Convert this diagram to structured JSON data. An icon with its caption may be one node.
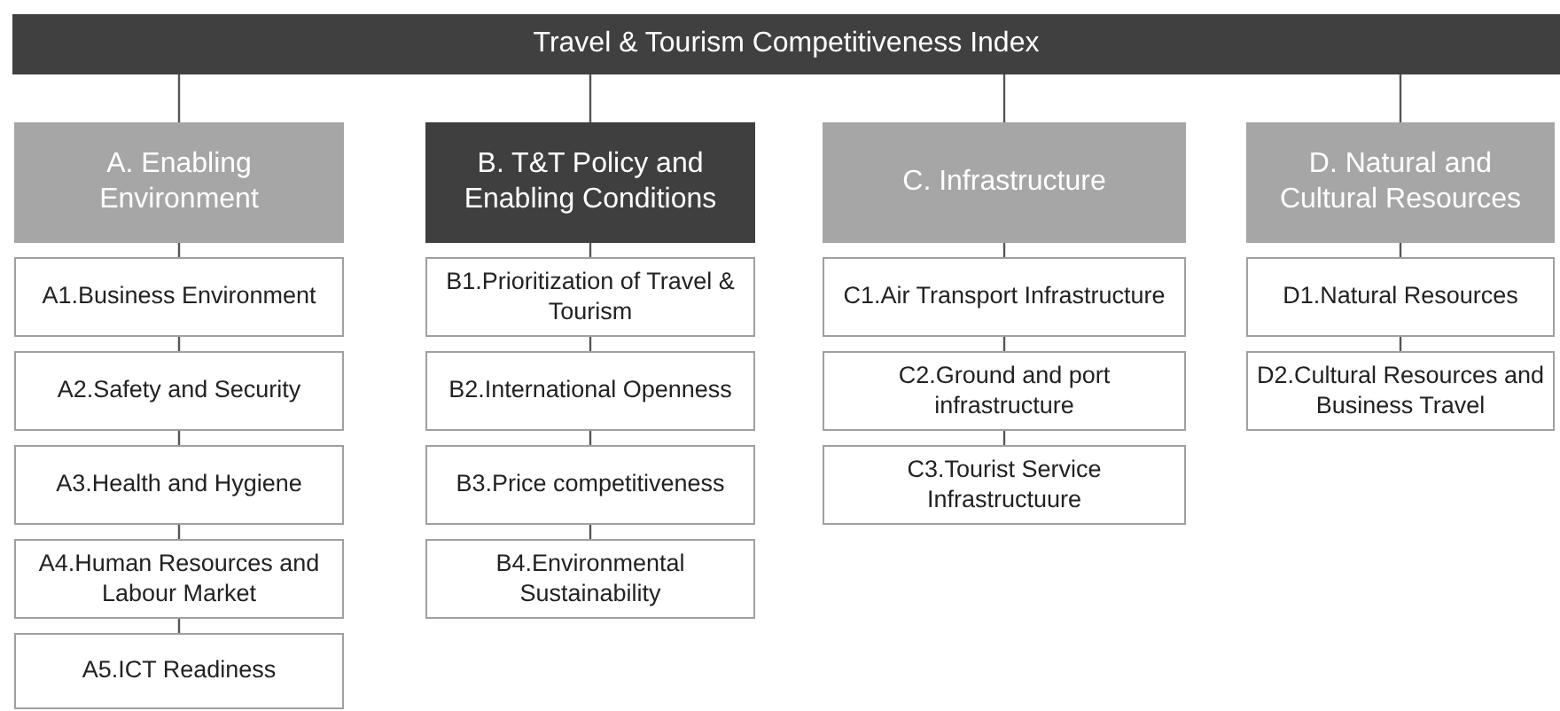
{
  "diagram": {
    "nodes": [
      {
        "text": [
          "Travel & Tourism Competitiveness Index"
        ]
      },
      {
        "text": [
          "A. Enabling Environment"
        ]
      },
      {
        "text": [
          "A1.Business Environment"
        ]
      },
      {
        "text": [
          "A2.Safety and Security"
        ]
      },
      {
        "text": [
          "A3.Health and Hygiene"
        ]
      },
      {
        "text": [
          "A4.Human Resources and Labour Market"
        ]
      },
      {
        "text": [
          "A5.ICT Readiness"
        ]
      },
      {
        "text": [
          "B. T&T Policy and Enabling Conditions"
        ]
      },
      {
        "text": [
          "B1.Prioritization of Travel & Tourism"
        ]
      },
      {
        "text": [
          "B2.International Openness"
        ]
      },
      {
        "text": [
          "B3.Price competitiveness"
        ]
      },
      {
        "text": [
          "B4.Environmental Sustainability"
        ]
      },
      {
        "text": [
          "C. Infrastructure"
        ]
      },
      {
        "text": [
          "C1.Air Transport Infrastructure"
        ]
      },
      {
        "text": [
          "C2.Ground and port infrastructure"
        ]
      },
      {
        "text": [
          "C3.Tourist Service Infrastructuure"
        ]
      },
      {
        "text": [
          "D. Natural and Cultural Resources"
        ]
      },
      {
        "text": [
          "D1.Natural Resources"
        ]
      },
      {
        "text": [
          "D2.Cultural Resources and Business Travel"
        ]
      }
    ],
    "edges": [
      {
        "from": 0,
        "to": 1,
        "arrow": "none"
      },
      {
        "from": 0,
        "to": 7,
        "arrow": "none"
      },
      {
        "from": 0,
        "to": 12,
        "arrow": "none"
      },
      {
        "from": 0,
        "to": 16,
        "arrow": "none"
      },
      {
        "from": 1,
        "to": 2,
        "arrow": "none"
      },
      {
        "from": 2,
        "to": 3,
        "arrow": "none"
      },
      {
        "from": 3,
        "to": 4,
        "arrow": "none"
      },
      {
        "from": 4,
        "to": 5,
        "arrow": "none"
      },
      {
        "from": 5,
        "to": 6,
        "arrow": "none"
      },
      {
        "from": 7,
        "to": 8,
        "arrow": "none"
      },
      {
        "from": 8,
        "to": 9,
        "arrow": "none"
      },
      {
        "from": 9,
        "to": 10,
        "arrow": "none"
      },
      {
        "from": 10,
        "to": 11,
        "arrow": "none"
      },
      {
        "from": 12,
        "to": 13,
        "arrow": "none"
      },
      {
        "from": 13,
        "to": 14,
        "arrow": "none"
      },
      {
        "from": 14,
        "to": 15,
        "arrow": "none"
      },
      {
        "from": 16,
        "to": 17,
        "arrow": "none"
      },
      {
        "from": 17,
        "to": 18,
        "arrow": "none"
      }
    ]
  }
}
